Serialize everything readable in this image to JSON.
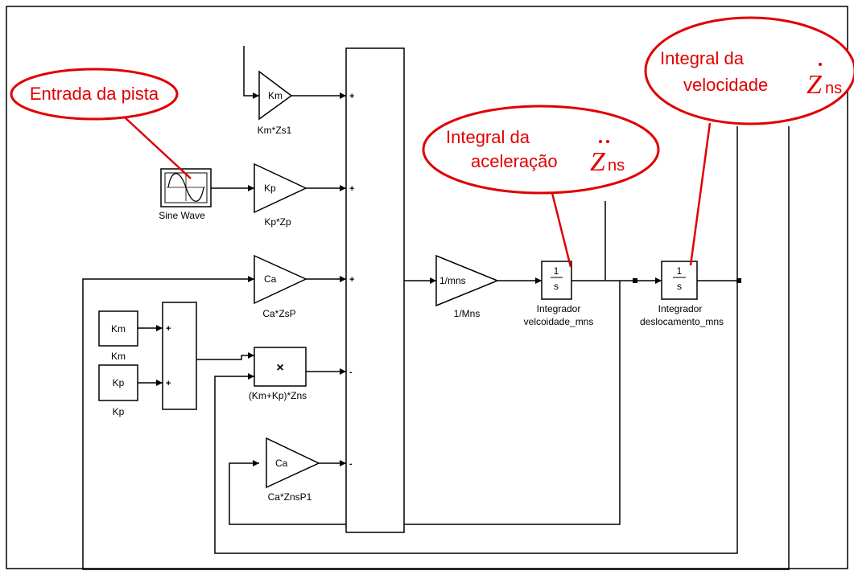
{
  "blocks": {
    "gain_km": {
      "inner": "Km",
      "label": "Km*Zs1"
    },
    "gain_kp": {
      "inner": "Kp",
      "label": "Kp*Zp"
    },
    "gain_ca": {
      "inner": "Ca",
      "label": "Ca*ZsP"
    },
    "gain_ca2": {
      "inner": "Ca",
      "label": "Ca*ZnsP1"
    },
    "gain_mns": {
      "inner": "1/mns",
      "label": "1/Mns"
    },
    "sine": {
      "label": "Sine Wave"
    },
    "const_km": {
      "inner": "Km",
      "label": "Km"
    },
    "const_kp": {
      "inner": "Kp",
      "label": "Kp"
    },
    "product": {
      "inner": "×",
      "label": "(Km+Kp)*Zns"
    },
    "int_vel": {
      "num": "1",
      "den": "s",
      "label1": "Integrador",
      "label2": "velcoidade_mns"
    },
    "int_desl": {
      "num": "1",
      "den": "s",
      "label1": "Integrador",
      "label2": "deslocamento_mns"
    }
  },
  "sum_signs": [
    "+",
    "+",
    "+",
    "-",
    "-"
  ],
  "small_sum_signs": [
    "+",
    "+"
  ],
  "callouts": {
    "road": {
      "text": "Entrada da pista"
    },
    "accel": {
      "line1": "Integral da",
      "line2": "aceleração",
      "symbol": "Z",
      "sub": "ns"
    },
    "vel": {
      "line1": "Integral da",
      "line2": "velocidade",
      "symbol": "Z",
      "sub": "ns"
    }
  },
  "colors": {
    "callout": "#e00000",
    "line": "#000000"
  }
}
